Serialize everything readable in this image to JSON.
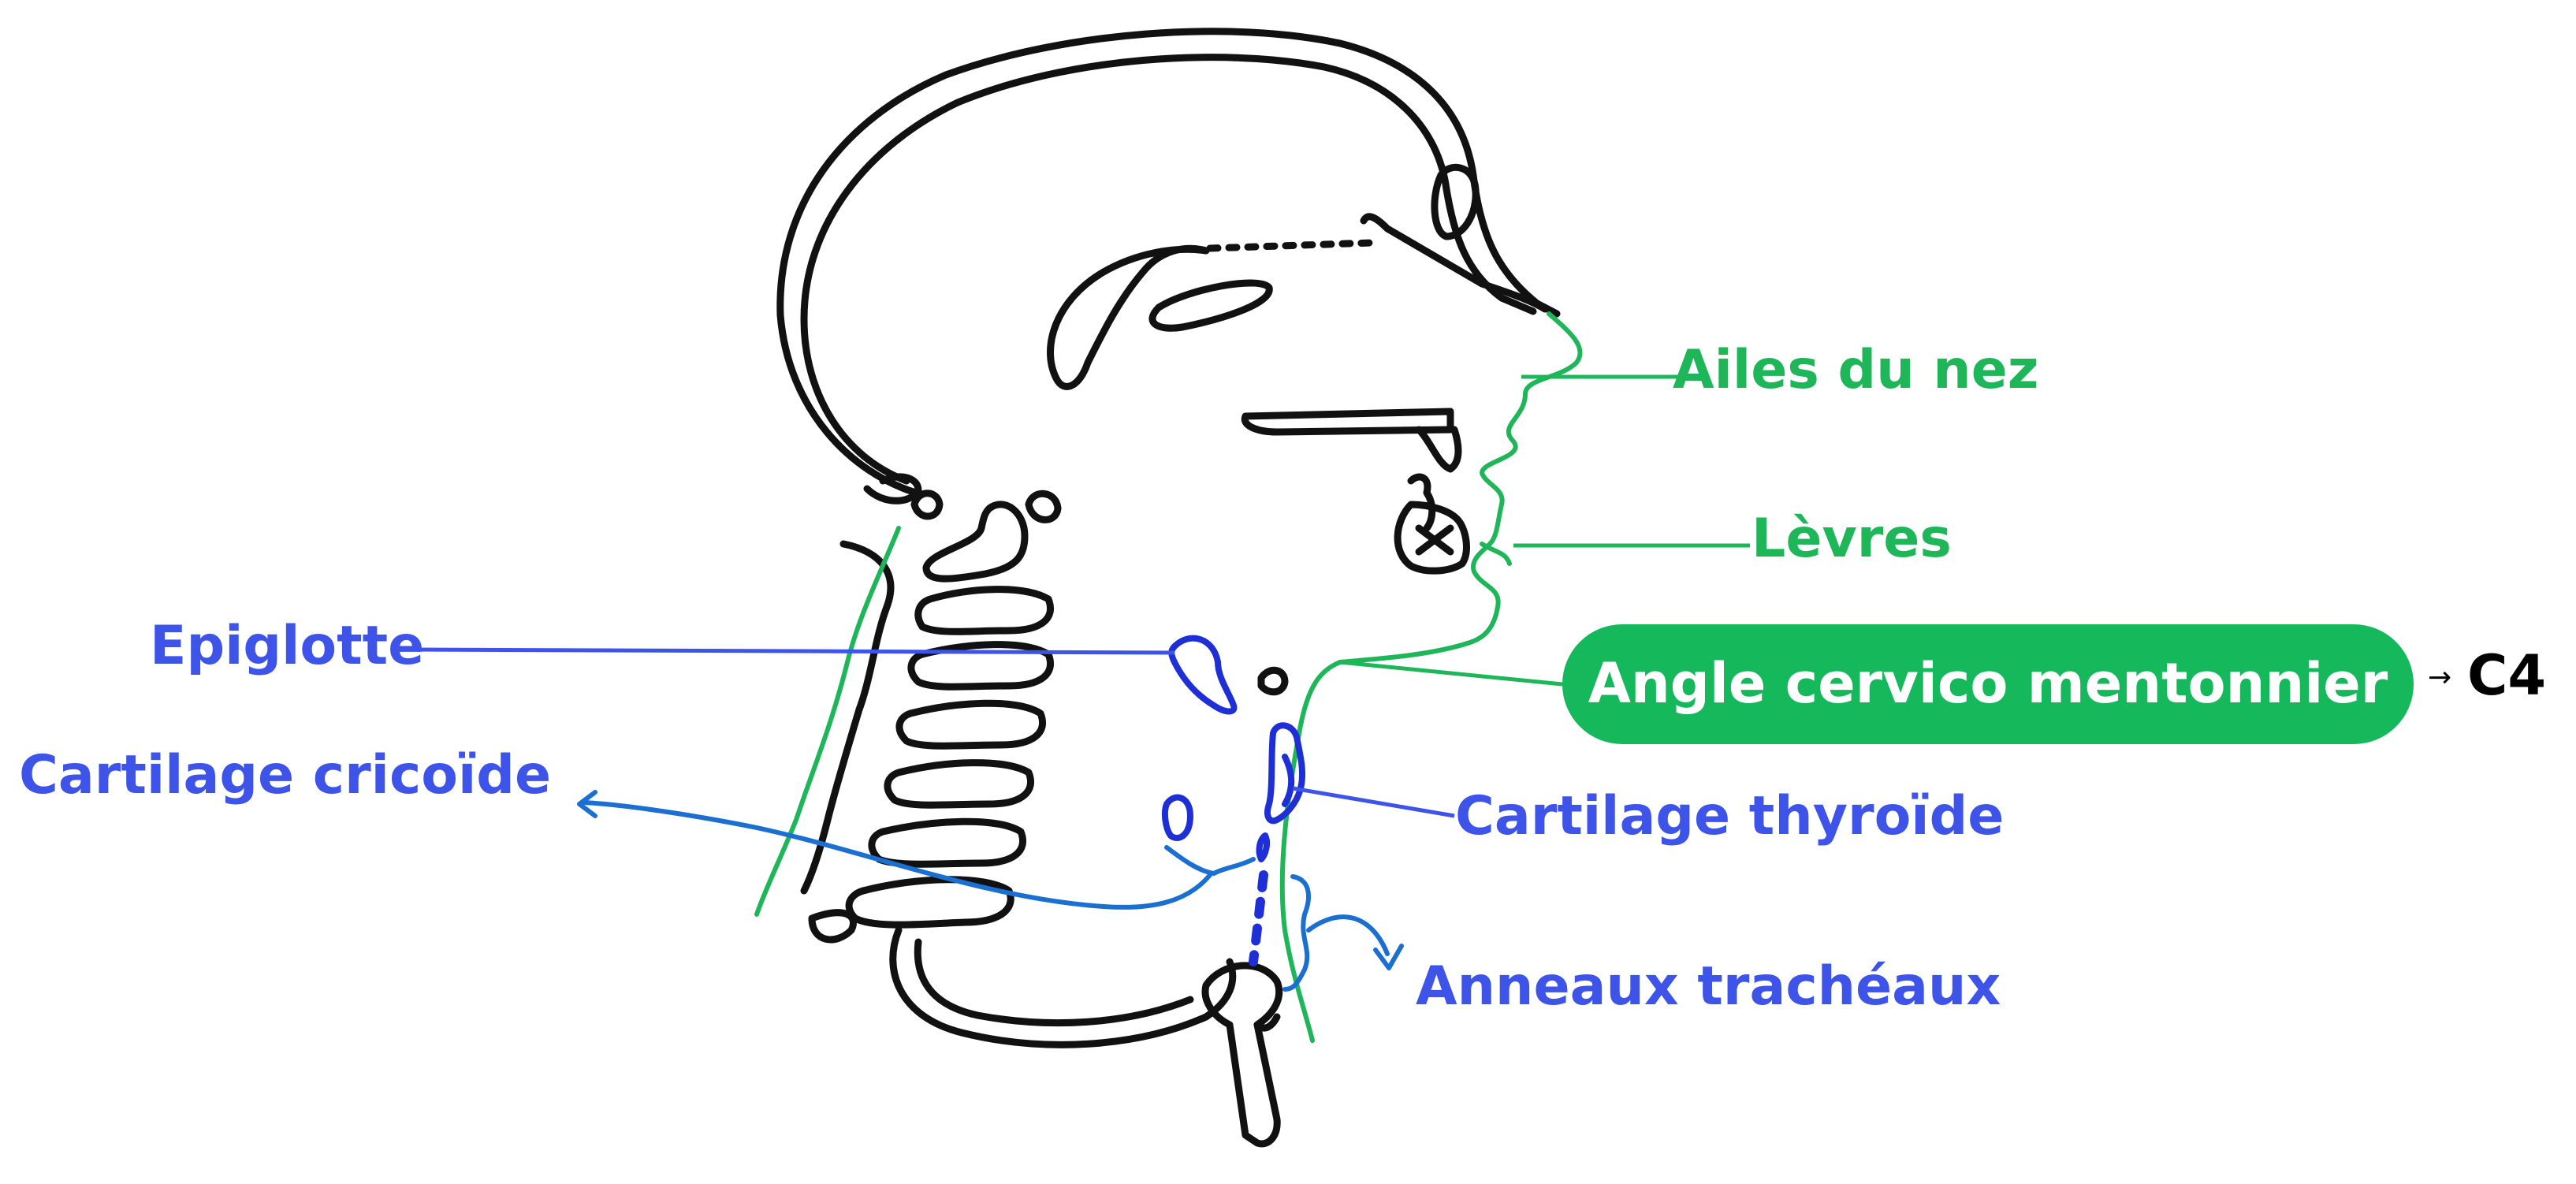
{
  "labels": {
    "ailes_du_nez": "Ailes du nez",
    "levres": "Lèvres",
    "angle_cervico_mentonnier": "Angle cervico mentonnier",
    "c4": "C4",
    "epiglotte": "Epiglotte",
    "cartilage_cricoide": "Cartilage cricoïde",
    "cartilage_thyroide": "Cartilage thyroïde",
    "anneaux_tracheaux": "Anneaux trachéaux"
  },
  "colors": {
    "green_label": "#1fb65a",
    "green_badge": "#16b85c",
    "blue_label": "#3e54e8",
    "dark_blue_structure": "#1f2fd6",
    "medium_blue_arrow": "#1a6fd1",
    "outline": "#111111"
  }
}
